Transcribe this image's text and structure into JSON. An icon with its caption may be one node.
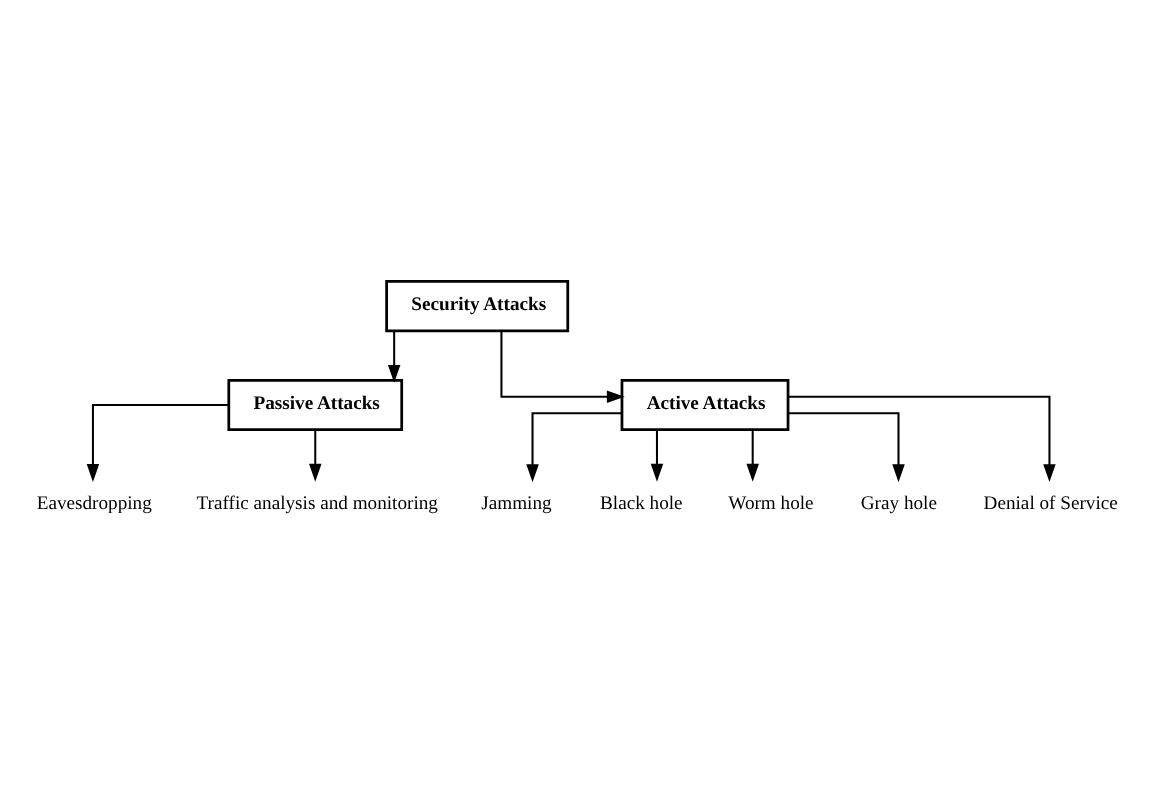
{
  "diagram": {
    "nodes": [
      {
        "text": [
          "Security Attacks"
        ]
      },
      {
        "text": [
          "Passive Attacks"
        ]
      },
      {
        "text": [
          "Active Attacks"
        ]
      },
      {
        "text": [
          "Eavesdropping"
        ]
      },
      {
        "text": [
          "Traffic analysis and monitoring"
        ]
      },
      {
        "text": [
          "Jamming"
        ]
      },
      {
        "text": [
          "Black hole"
        ]
      },
      {
        "text": [
          "Worm hole"
        ]
      },
      {
        "text": [
          "Gray hole"
        ]
      },
      {
        "text": [
          "Denial of Service"
        ]
      }
    ],
    "edges": [
      {
        "from": 0,
        "to": 1,
        "arrow": "to"
      },
      {
        "from": 0,
        "to": 2,
        "arrow": "to"
      },
      {
        "from": 1,
        "to": 3,
        "arrow": "to"
      },
      {
        "from": 1,
        "to": 4,
        "arrow": "to"
      },
      {
        "from": 2,
        "to": 5,
        "arrow": "to"
      },
      {
        "from": 2,
        "to": 6,
        "arrow": "to"
      },
      {
        "from": 2,
        "to": 7,
        "arrow": "to"
      },
      {
        "from": 2,
        "to": 8,
        "arrow": "to"
      },
      {
        "from": 2,
        "to": 9,
        "arrow": "to"
      }
    ]
  }
}
